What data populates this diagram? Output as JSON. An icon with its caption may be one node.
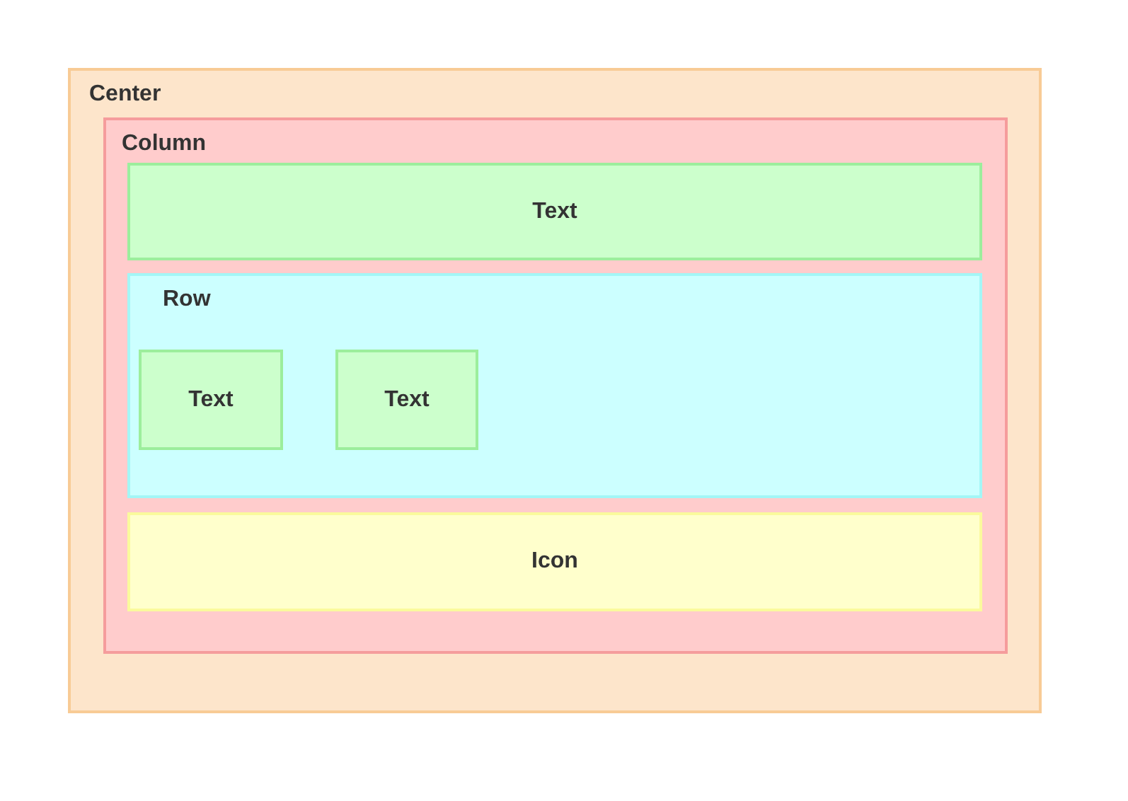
{
  "diagram": {
    "nodes": [
      {
        "text": [
          "Center"
        ]
      },
      {
        "text": [
          "Column"
        ],
        "in": 0
      },
      {
        "text": [
          "Text"
        ],
        "in": 1
      },
      {
        "text": [
          "Row"
        ],
        "in": 1
      },
      {
        "text": [
          "Text"
        ],
        "in": 3
      },
      {
        "text": [
          "Text"
        ],
        "in": 3
      },
      {
        "text": [
          "Icon"
        ],
        "in": 1
      }
    ]
  }
}
